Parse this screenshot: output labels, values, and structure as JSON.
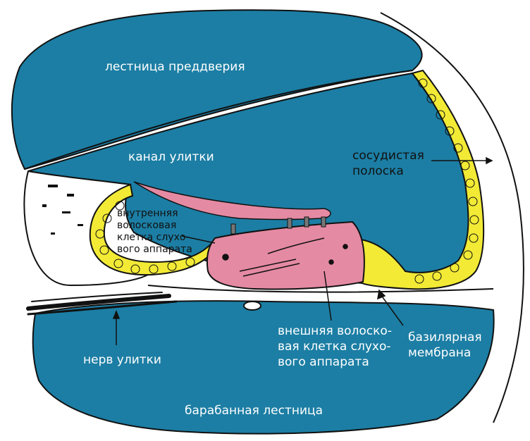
{
  "labels": {
    "scala_vestibuli": "лестница преддверия",
    "cochlear_duct": "канал улитки",
    "stria_vascularis": "сосудистая\nполоска",
    "inner_hair_cell": "внутренняя\nволосковая\nклетка слухо-\nвого аппарата",
    "outer_hair_cell": "внешняя волоско-\nвая клетка слухо-\nвого аппарата",
    "basilar_membrane": "базилярная\nмембрана",
    "cochlear_nerve": "нерв улитки",
    "scala_tympani": "барабанная лестница"
  },
  "colors": {
    "fluid": "#1c7ea4",
    "organ": "#e58aa3",
    "cells": "#f2ea35",
    "outline": "#111111",
    "background": "#ffffff"
  }
}
